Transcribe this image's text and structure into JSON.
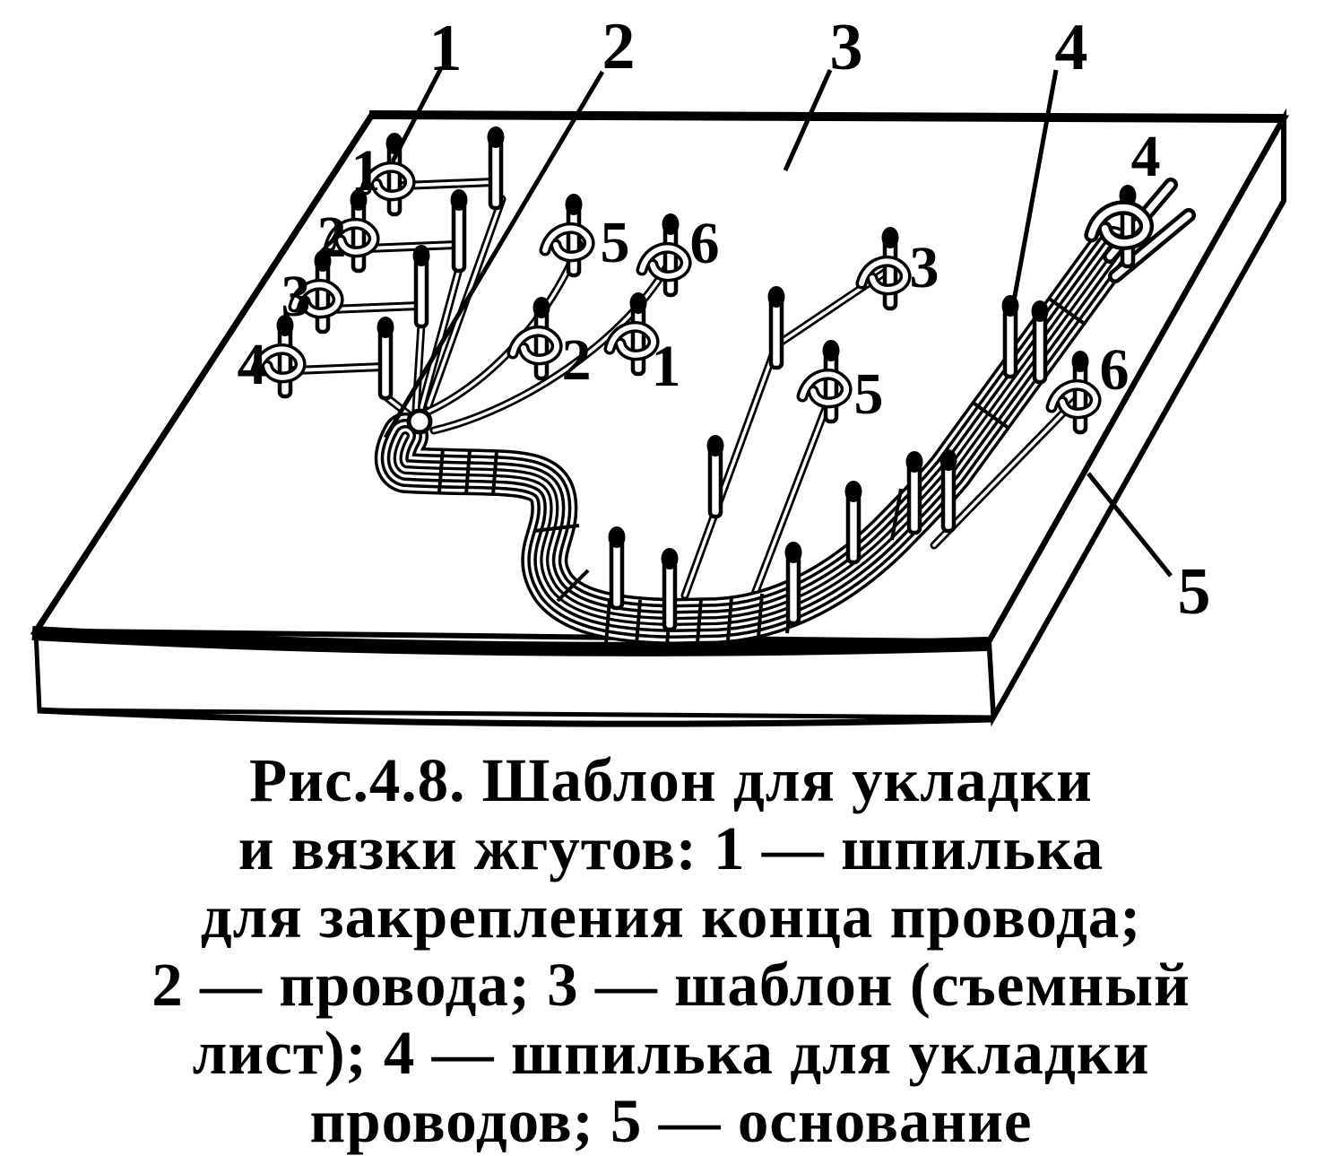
{
  "figure": {
    "colors": {
      "ink": "#000000",
      "paper": "#ffffff"
    },
    "labels": {
      "top_1": "1",
      "top_2": "2",
      "top_3": "3",
      "top_4": "4",
      "row_1": "1",
      "row_2": "2",
      "row_3": "3",
      "row_4": "4",
      "mid_5": "5",
      "mid_6": "6",
      "mid_2": "2",
      "mid_1": "1",
      "right_3": "3",
      "right_5": "5",
      "right_4": "4",
      "right_6": "6",
      "base_5": "5"
    },
    "caption": {
      "lines": [
        "Рис.4.8. Шаблон для укладки",
        "и вязки жгутов: 1 — шпилька",
        "для закрепления конца провода;",
        "2 — провода; 3 — шаблон (съемный",
        "лист); 4 — шпилька для укладки",
        "проводов; 5 — основание"
      ]
    }
  }
}
